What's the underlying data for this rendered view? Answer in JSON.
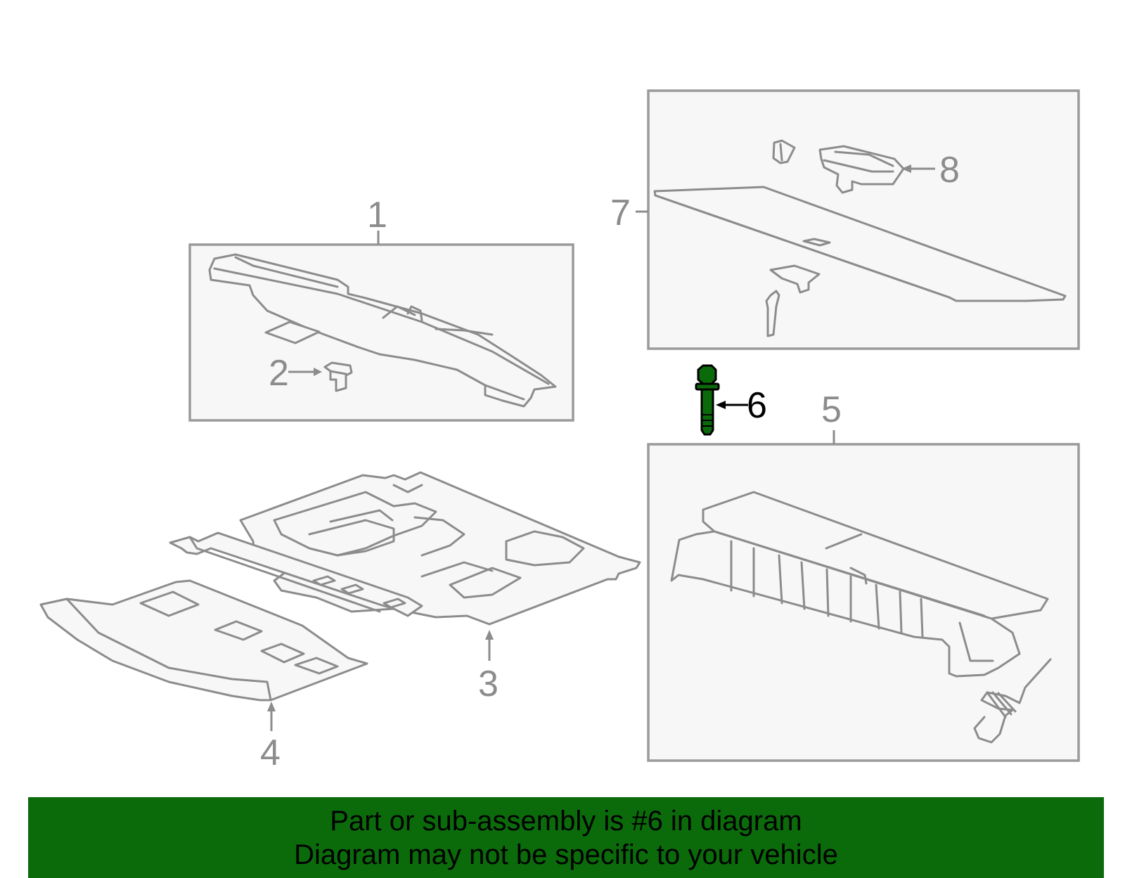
{
  "callouts": {
    "c1": "1",
    "c2": "2",
    "c3": "3",
    "c4": "4",
    "c5": "5",
    "c6": "6",
    "c7": "7",
    "c8": "8"
  },
  "highlighted_callout": "6",
  "colors": {
    "line": "#8c8c8c",
    "part_fill": "#f7f7f7",
    "highlight_part": "#0b6b0b",
    "banner": "#0b6b0b"
  },
  "banner": {
    "line1": "Part or sub-assembly is #6 in diagram",
    "line2": "Diagram may not be specific to your vehicle"
  }
}
